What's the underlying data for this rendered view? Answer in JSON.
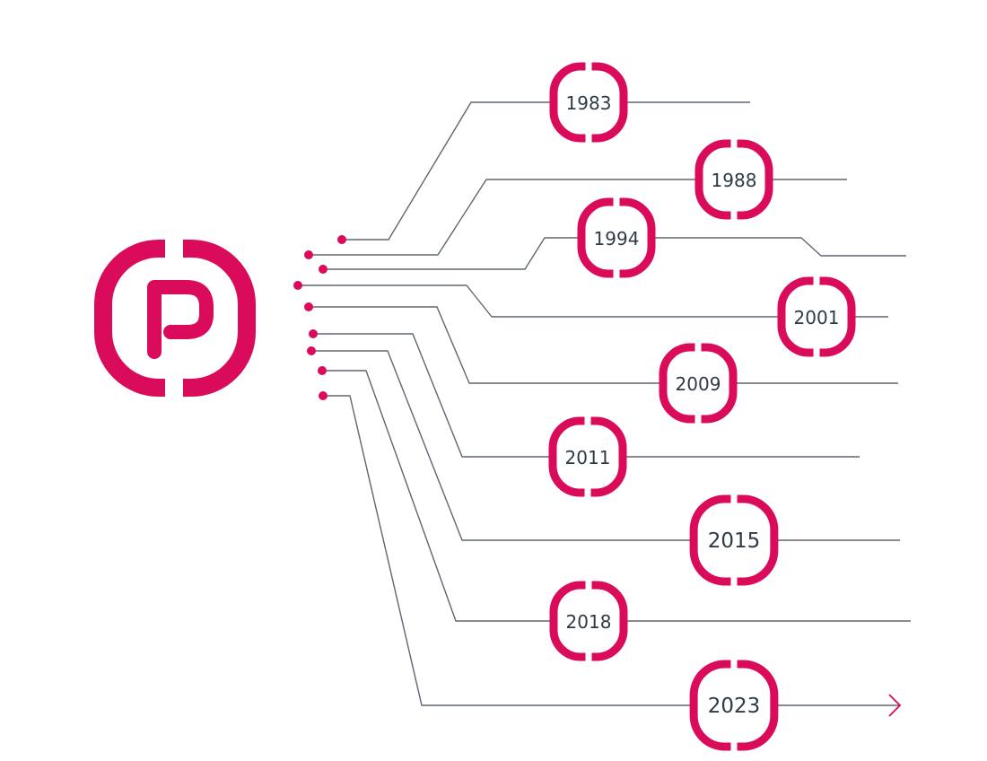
{
  "colors": {
    "accent": "#d90b5a",
    "line": "#5d6670",
    "text": "#2e3a45"
  },
  "logo": {
    "letter": "P",
    "icon": "p-logo-icon"
  },
  "timeline": [
    {
      "year": "1983"
    },
    {
      "year": "1988"
    },
    {
      "year": "1994"
    },
    {
      "year": "2001"
    },
    {
      "year": "2009"
    },
    {
      "year": "2011"
    },
    {
      "year": "2015"
    },
    {
      "year": "2018"
    },
    {
      "year": "2023"
    }
  ]
}
